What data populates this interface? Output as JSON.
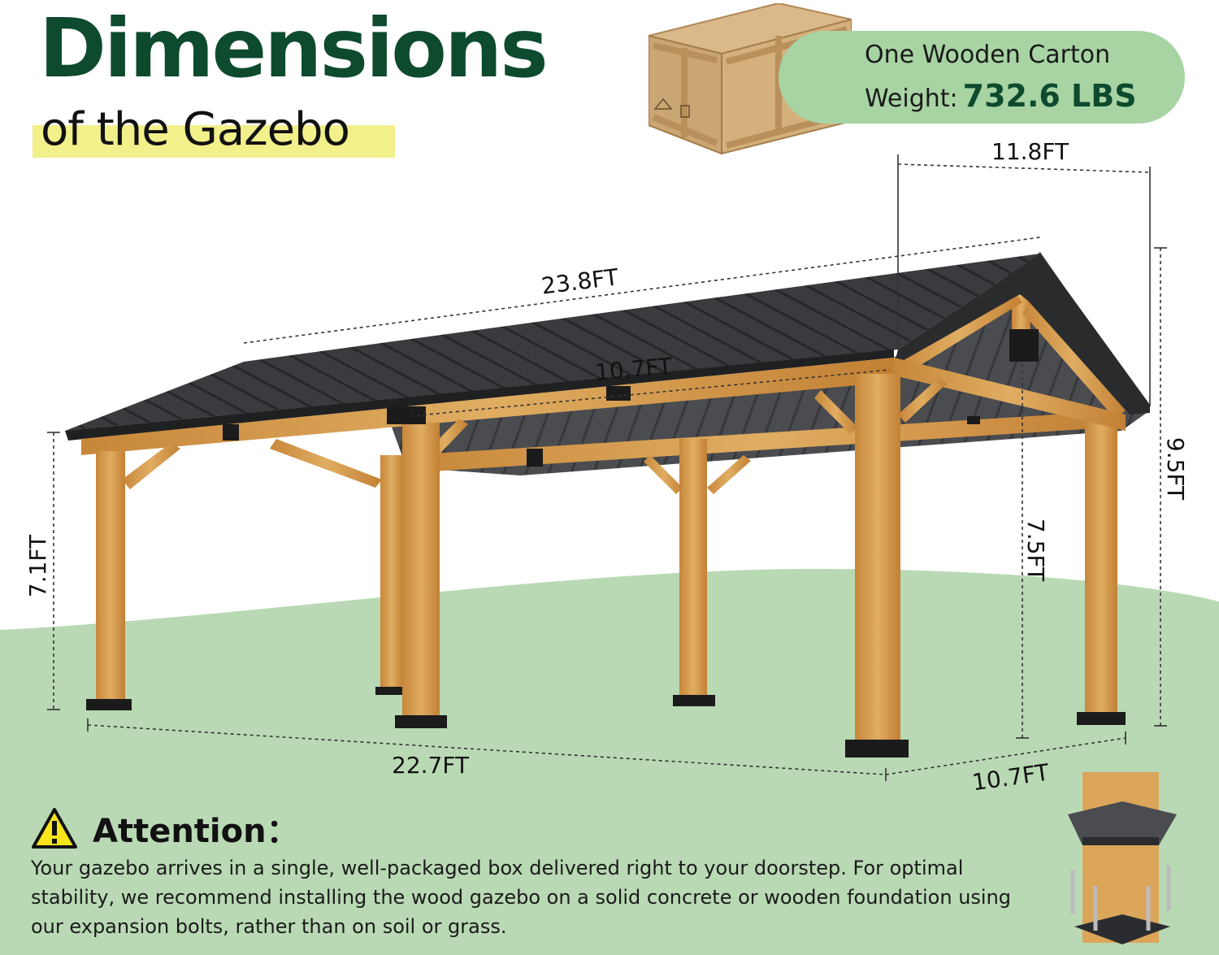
{
  "header": {
    "title": "Dimensions",
    "subtitle": "of the Gazebo"
  },
  "carton": {
    "label": "One Wooden Carton",
    "weight_label": "Weight:",
    "weight_value": "732.6 LBS"
  },
  "dimensions": {
    "roof_length": "23.8FT",
    "roof_width": "11.8FT",
    "inner_span": "10.7FT",
    "total_height": "9.5FT",
    "post_height": "7.1FT",
    "center_height": "7.5FT",
    "base_length": "22.7FT",
    "base_width": "10.7FT"
  },
  "attention": {
    "title": "Attention：",
    "body": "Your gazebo arrives in a single, well-packaged box delivered right to your doorstep. For optimal stability, we recommend installing the wood gazebo on a solid concrete or wooden foundation using our expansion bolts, rather than on soil or grass."
  },
  "colors": {
    "title_green": "#0d4a2e",
    "highlight_yellow": "#f2f08a",
    "pill_green": "#a8d4a4",
    "lawn_green": "#b9d9b4",
    "roof_dark": "#2e2f31",
    "wood": "#d49a4c"
  }
}
